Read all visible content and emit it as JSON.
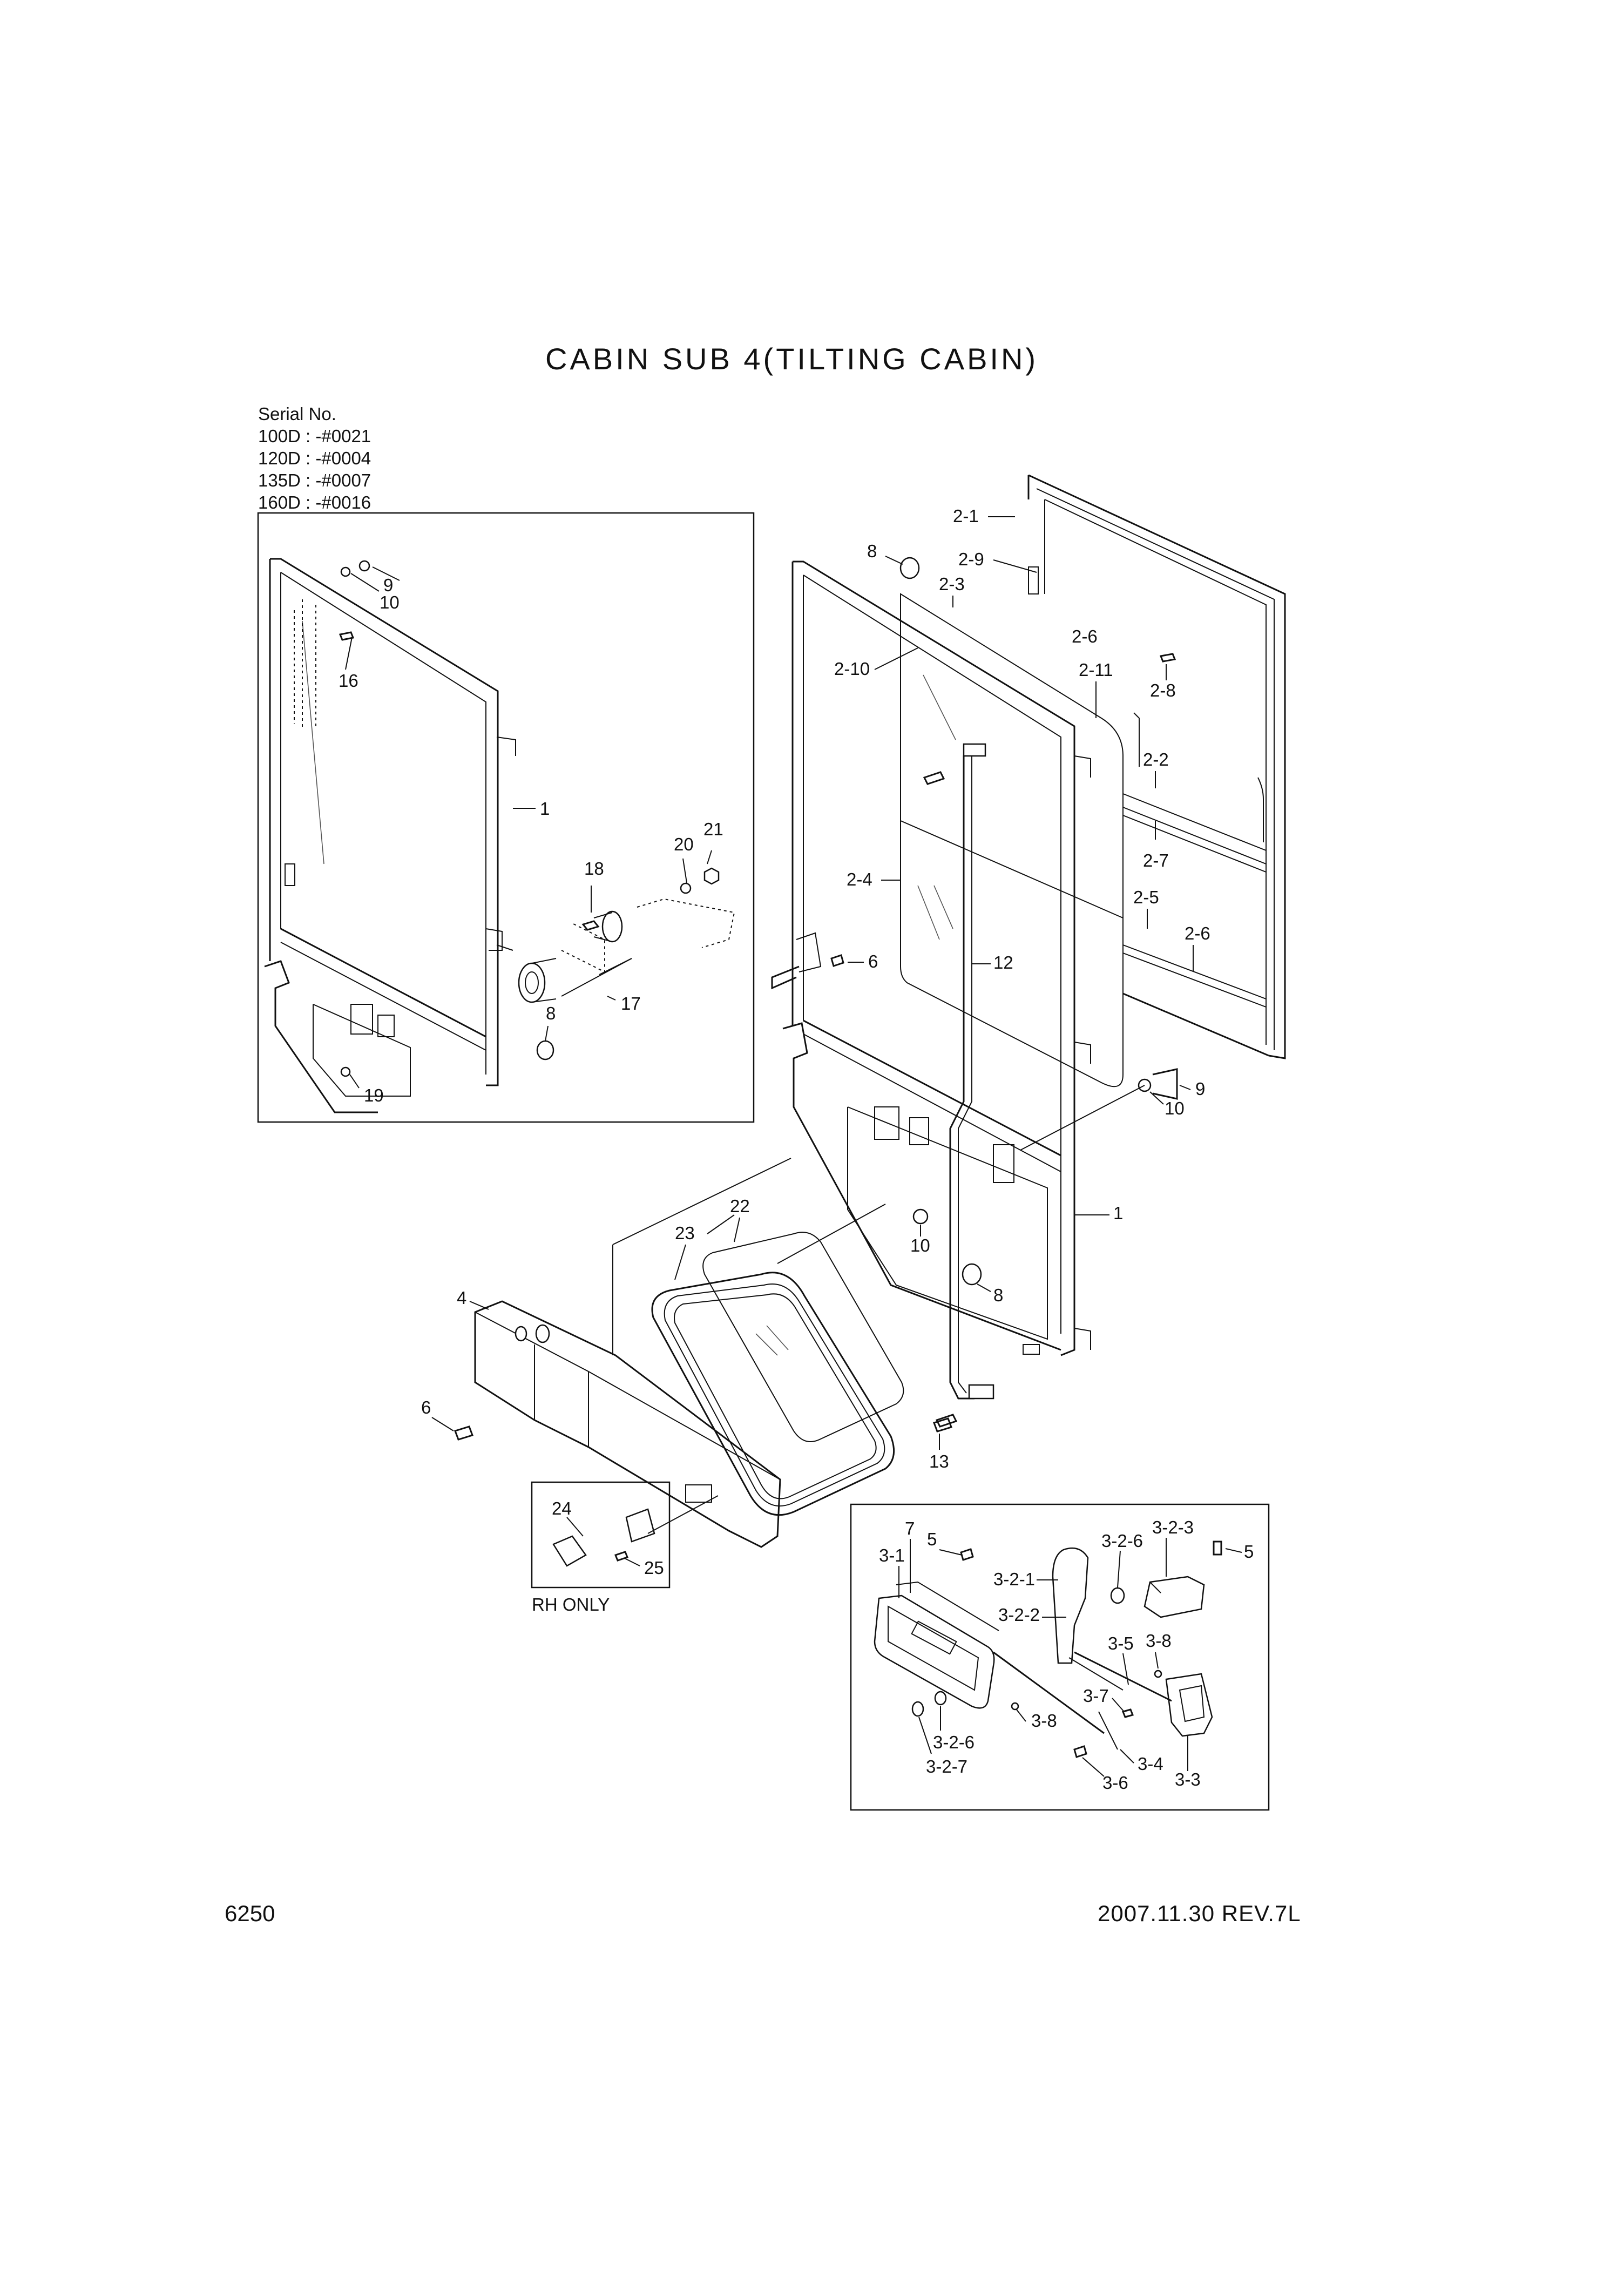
{
  "title": "CABIN SUB 4(TILTING CABIN)",
  "serial": {
    "heading": "Serial No.",
    "lines": [
      "100D : -#0021",
      "120D : -#0004",
      "135D : -#0007",
      "160D : -#0016"
    ]
  },
  "callouts": {
    "inset_9": "9",
    "inset_10": "10",
    "inset_16": "16",
    "inset_1": "1",
    "inset_21": "21",
    "inset_20": "20",
    "inset_18": "18",
    "inset_17": "17",
    "inset_8": "8",
    "inset_19": "19",
    "p2_1": "2-1",
    "p8_top": "8",
    "p2_9": "2-9",
    "p2_3": "2-3",
    "p2_6a": "2-6",
    "p2_8": "2-8",
    "p2_10": "2-10",
    "p2_11": "2-11",
    "p2_2": "2-2",
    "p2_7": "2-7",
    "p2_4": "2-4",
    "p2_5": "2-5",
    "p2_6b": "2-6",
    "p6_main": "6",
    "p12": "12",
    "p9_main": "9",
    "p10_main": "10",
    "p1_main": "1",
    "p10_lower": "10",
    "p8_lower": "8",
    "p23": "23",
    "p22": "22",
    "p4": "4",
    "p6_left": "6",
    "p13": "13",
    "p24": "24",
    "p25": "25",
    "d7": "7",
    "d5a": "5",
    "d3_1": "3-1",
    "d3_2_1": "3-2-1",
    "d3_2_6a": "3-2-6",
    "d3_2_3": "3-2-3",
    "d5b": "5",
    "d3_2_2": "3-2-2",
    "d3_5": "3-5",
    "d3_8a": "3-8",
    "d3_7": "3-7",
    "d3_8b": "3-8",
    "d3_2_6b": "3-2-6",
    "d3_2_7": "3-2-7",
    "d3_4": "3-4",
    "d3_6": "3-6",
    "d3_3": "3-3"
  },
  "rh_only": "RH ONLY",
  "footer": {
    "page": "6250",
    "date_rev": "2007.11.30  REV.7L"
  }
}
